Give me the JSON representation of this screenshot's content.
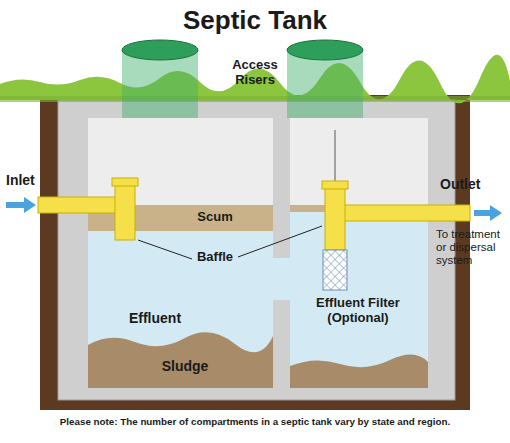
{
  "diagram": {
    "title": "Septic Tank",
    "caption": "Please note: The number of compartments in a septic tank vary by state and region.",
    "labels": [
      "Access Risers",
      "Inlet",
      "Scum",
      "Baffle",
      "Outlet",
      "Effluent",
      "Effluent Filter (Optional)",
      "Sludge",
      "To treatment or dispersal system"
    ]
  }
}
